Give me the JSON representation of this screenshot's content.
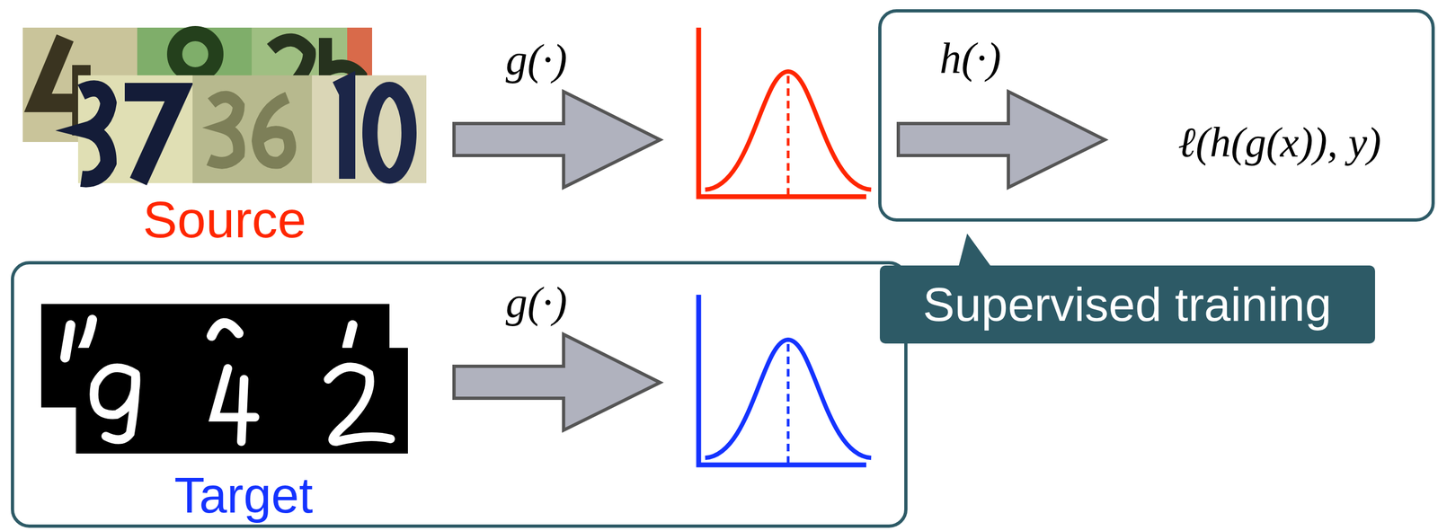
{
  "diagram": {
    "nodes": [
      {
        "text": [
          "h(·)",
          "ℓ(h(g(x)), y)"
        ]
      },
      {
        "text": [
          "Target"
        ]
      },
      {
        "text": [
          "Supervised training"
        ]
      }
    ],
    "labels": [
      "Source",
      "g(·)",
      "g(·)"
    ]
  }
}
